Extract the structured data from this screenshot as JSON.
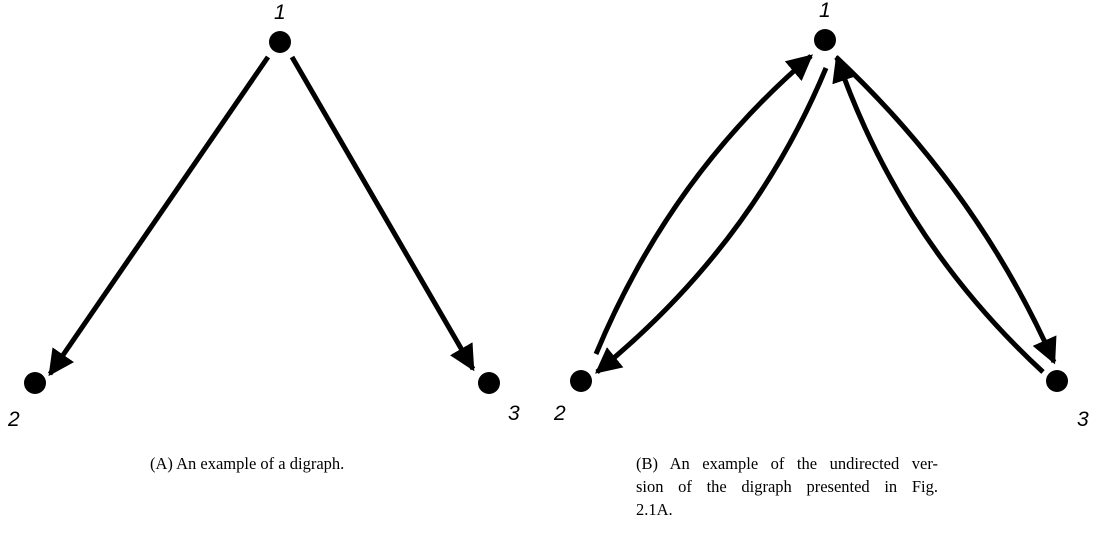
{
  "figure": {
    "panel_a": {
      "nodes": [
        {
          "id": "1",
          "label": "1"
        },
        {
          "id": "2",
          "label": "2"
        },
        {
          "id": "3",
          "label": "3"
        }
      ],
      "edges": [
        {
          "from": "1",
          "to": "2"
        },
        {
          "from": "1",
          "to": "3"
        }
      ],
      "caption": "(A) An example of a digraph."
    },
    "panel_b": {
      "nodes": [
        {
          "id": "1",
          "label": "1"
        },
        {
          "id": "2",
          "label": "2"
        },
        {
          "id": "3",
          "label": "3"
        }
      ],
      "edges": [
        {
          "from": "2",
          "to": "1"
        },
        {
          "from": "1",
          "to": "2"
        },
        {
          "from": "1",
          "to": "3"
        },
        {
          "from": "3",
          "to": "1"
        }
      ],
      "caption_lines": [
        "(B) An example of the undirected ver-",
        "sion of the digraph presented in Fig.",
        "2.1A."
      ]
    }
  }
}
